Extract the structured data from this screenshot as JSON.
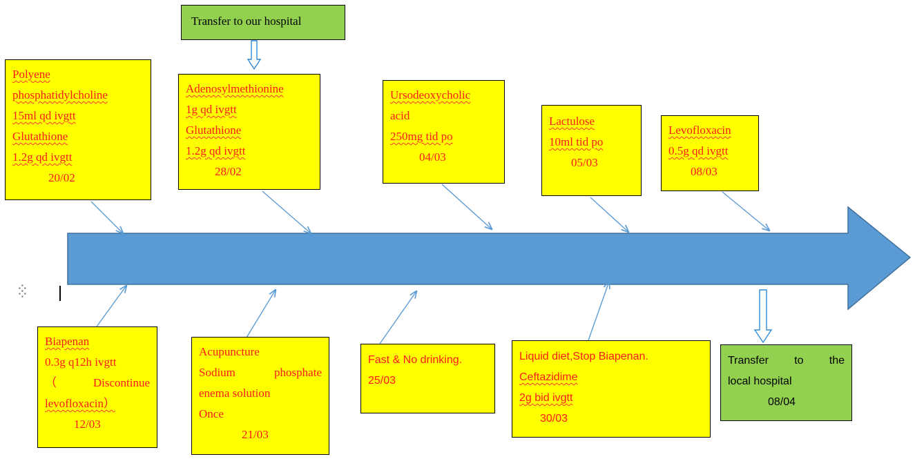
{
  "colors": {
    "arrow_fill": "#5b9bd5",
    "arrow_stroke": "#41719c",
    "connector": "#5b9bd5",
    "note_bg": "#ffff00",
    "transfer_bg": "#92d050",
    "note_text": "#ff1a1a",
    "transfer_text": "#000000"
  },
  "transfer_in": {
    "label": "Transfer to our hospital"
  },
  "top_notes": [
    {
      "lines": [
        "Polyene",
        "phosphatidylcholine",
        "15ml qd ivgtt",
        "Glutathione",
        "1.2g qd ivgtt"
      ],
      "date": "20/02"
    },
    {
      "lines": [
        "Adenosylmethionine",
        "1g qd ivgtt",
        "Glutathione",
        "1.2g qd ivgtt"
      ],
      "date": "28/02"
    },
    {
      "lines": [
        "Ursodeoxycholic",
        "acid",
        "250mg tid po"
      ],
      "date": "04/03"
    },
    {
      "lines": [
        "Lactulose",
        "10ml tid po"
      ],
      "date": "05/03"
    },
    {
      "lines": [
        "Levofloxacin",
        "0.5g qd ivgtt"
      ],
      "date": "08/03"
    }
  ],
  "bottom_notes": [
    {
      "lines": [
        "Biapenan",
        "0.3g q12h ivgtt",
        "（ Discontinue",
        "levofloxacin）"
      ],
      "date": "12/03"
    },
    {
      "lines": [
        "Acupuncture",
        "Sodium phosphate",
        "enema solution",
        "Once"
      ],
      "date": "21/03"
    },
    {
      "lines": [
        "Fast & No drinking."
      ],
      "date": "25/03"
    },
    {
      "lines": [
        "Liquid diet,Stop Biapenan.",
        "Ceftazidime",
        "2g bid ivgtt"
      ],
      "date": "30/03"
    }
  ],
  "transfer_out": {
    "lines": [
      "Transfer to the",
      "local hospital"
    ],
    "date": "08/04"
  }
}
